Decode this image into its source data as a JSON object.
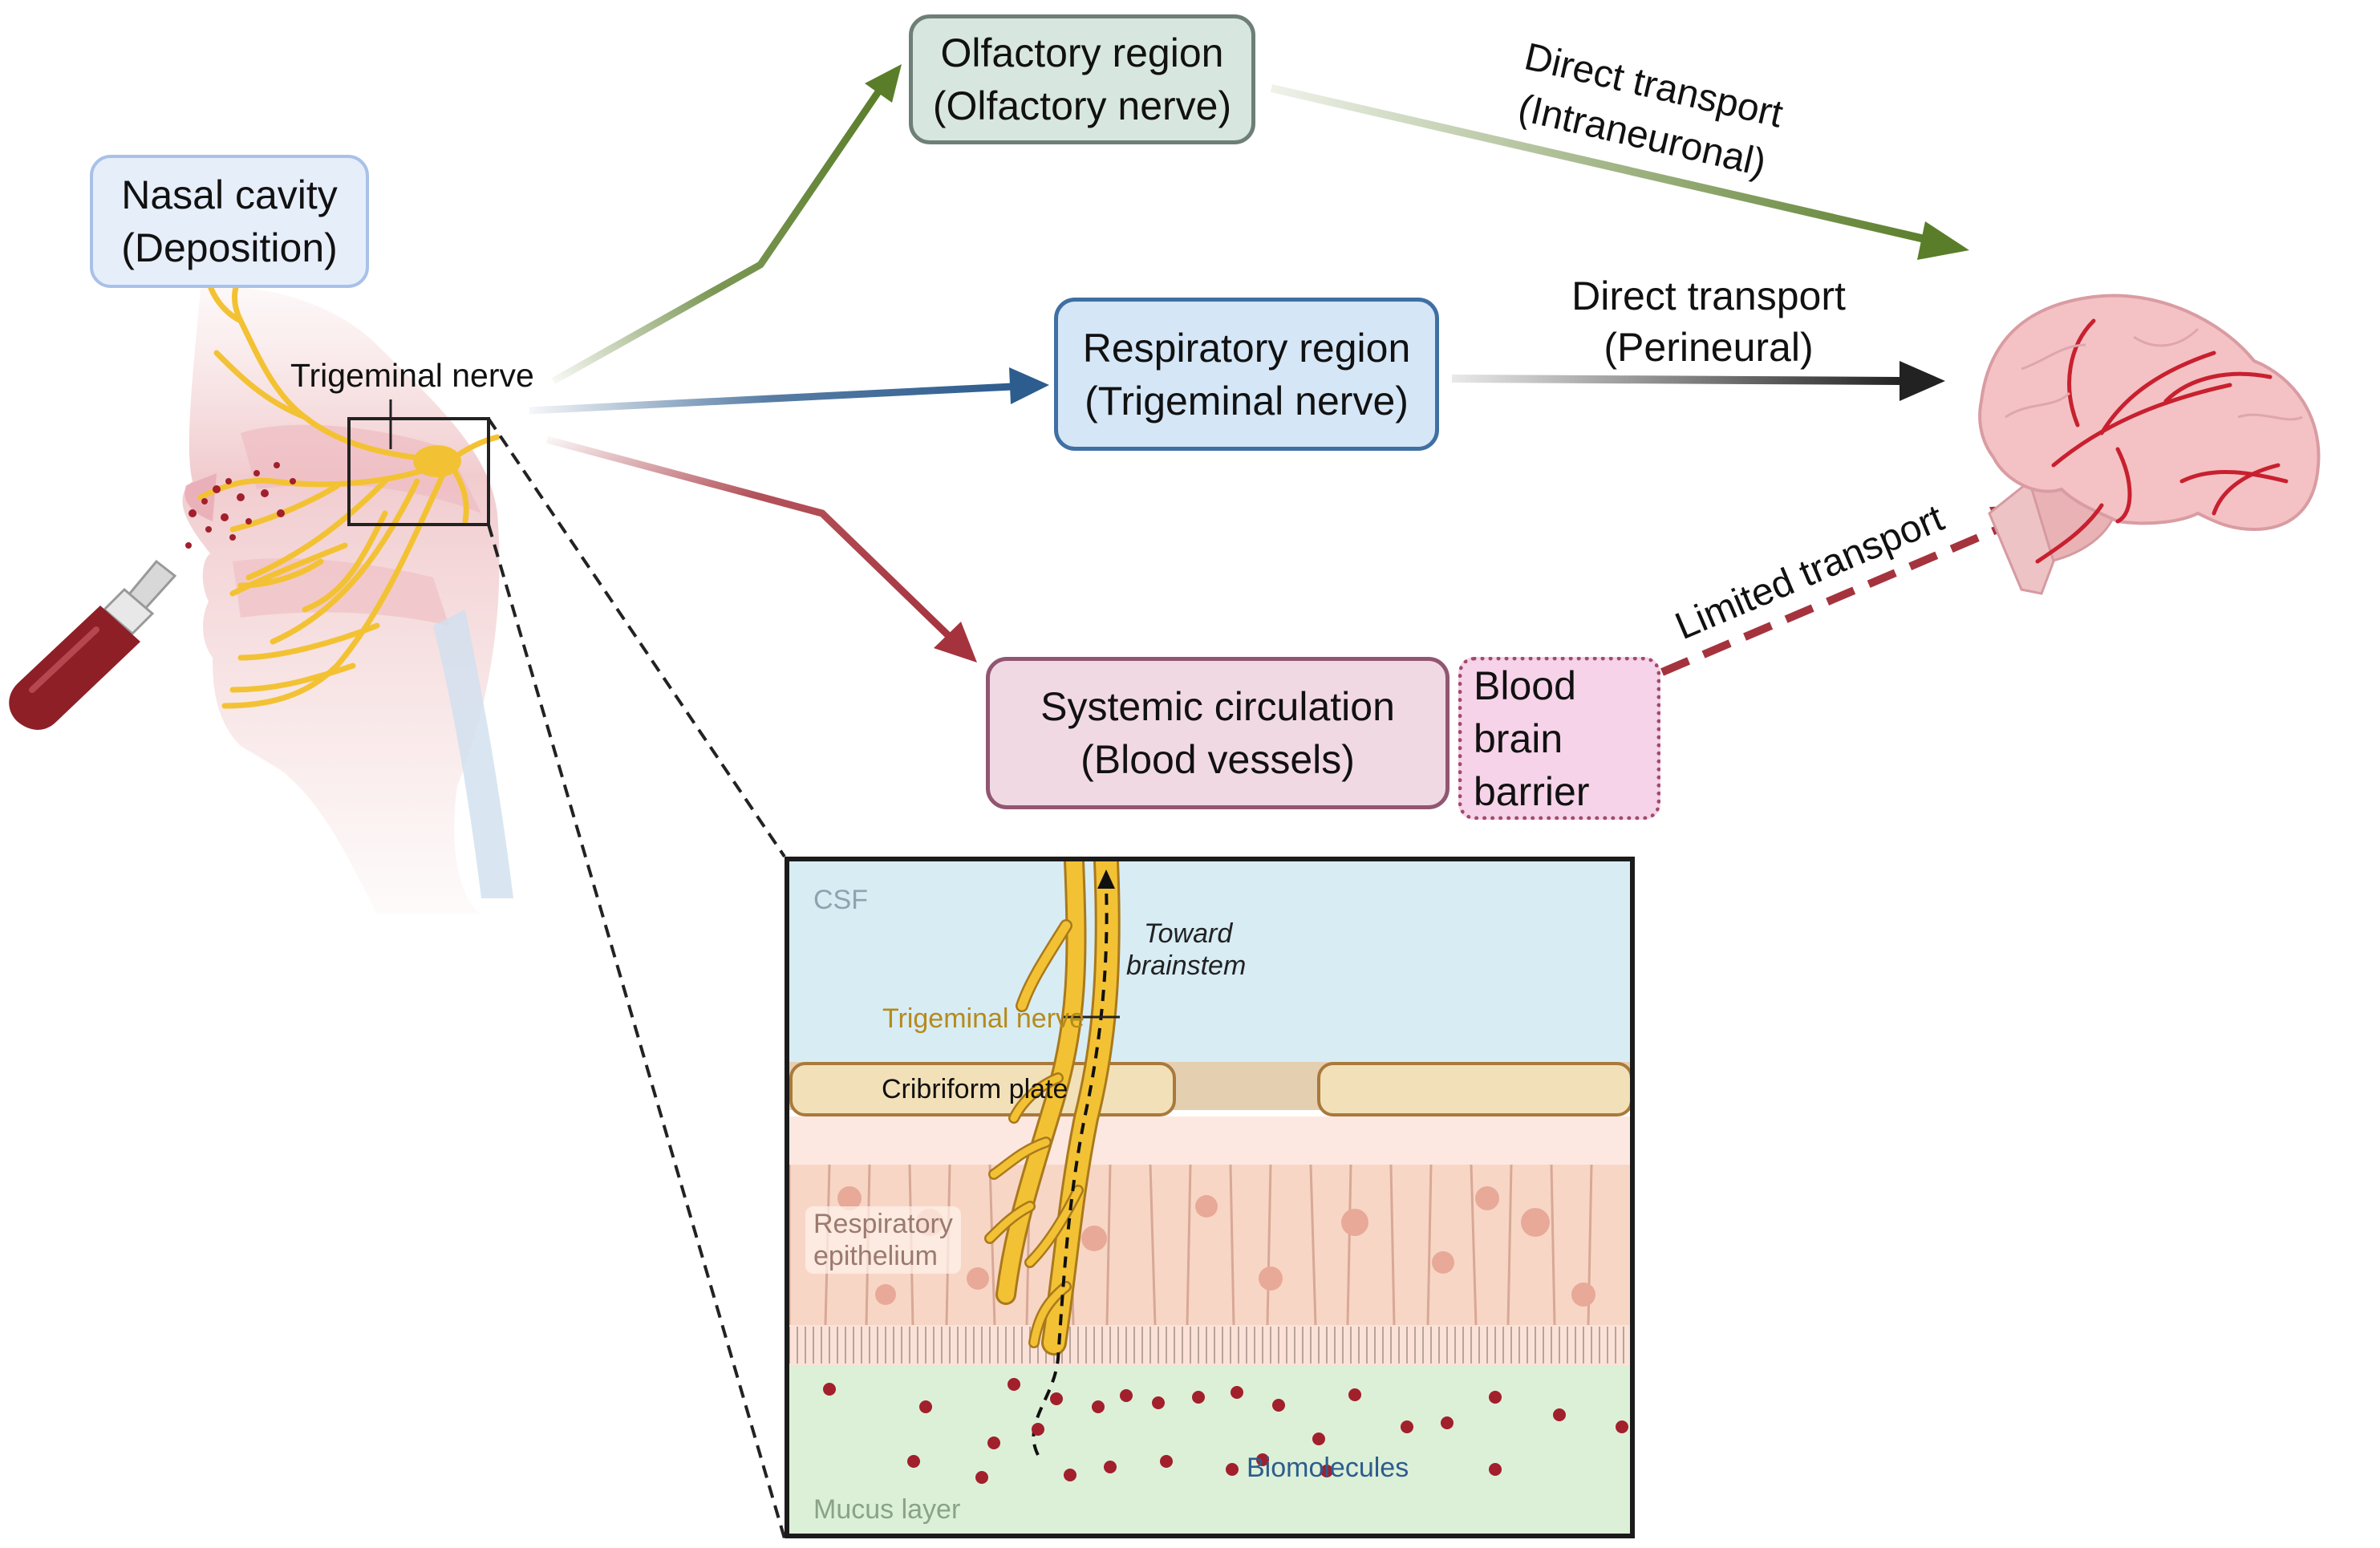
{
  "boxes": {
    "nasal_cavity": [
      "Nasal cavity",
      "(Deposition)"
    ],
    "olfactory_region": [
      "Olfactory region",
      "(Olfactory nerve)"
    ],
    "respiratory_region": [
      "Respiratory region",
      "(Trigeminal nerve)"
    ],
    "systemic_circulation": [
      "Systemic circulation",
      "(Blood vessels)"
    ],
    "blood_brain_barrier": [
      "Blood",
      "brain",
      "barrier"
    ]
  },
  "arrow_labels": {
    "intraneuronal": [
      "Direct transport",
      "(Intraneuronal)"
    ],
    "perineural": [
      "Direct transport",
      "(Perineural)"
    ],
    "limited": "Limited transport"
  },
  "anatomy_labels": {
    "trigeminal_nerve": "Trigeminal nerve"
  },
  "inset": {
    "csf": "CSF",
    "toward_brainstem": [
      "Toward",
      "brainstem"
    ],
    "trigeminal_nerve": "Trigeminal nerve",
    "cribriform_plate": "Cribriform plate",
    "respiratory_epithelium": [
      "Respiratory",
      "epithelium"
    ],
    "biomolecules": "Biomolecules",
    "mucus_layer": "Mucus layer"
  },
  "colors": {
    "olfactory_arrow": "#5a7d2a",
    "respiratory_arrow": "#2d5c8e",
    "systemic_arrow": "#a5333d",
    "perineural_arrow": "#222222",
    "limited_arrow": "#a5333d",
    "nerve": "#f3c234",
    "brain": "#f4c2c4",
    "brain_vessels": "#c8202f",
    "csf": "#d8ecf4",
    "epithelium": "#f8d6c6",
    "mucus": "#dcf0d7",
    "particles": "#a21f2c"
  }
}
